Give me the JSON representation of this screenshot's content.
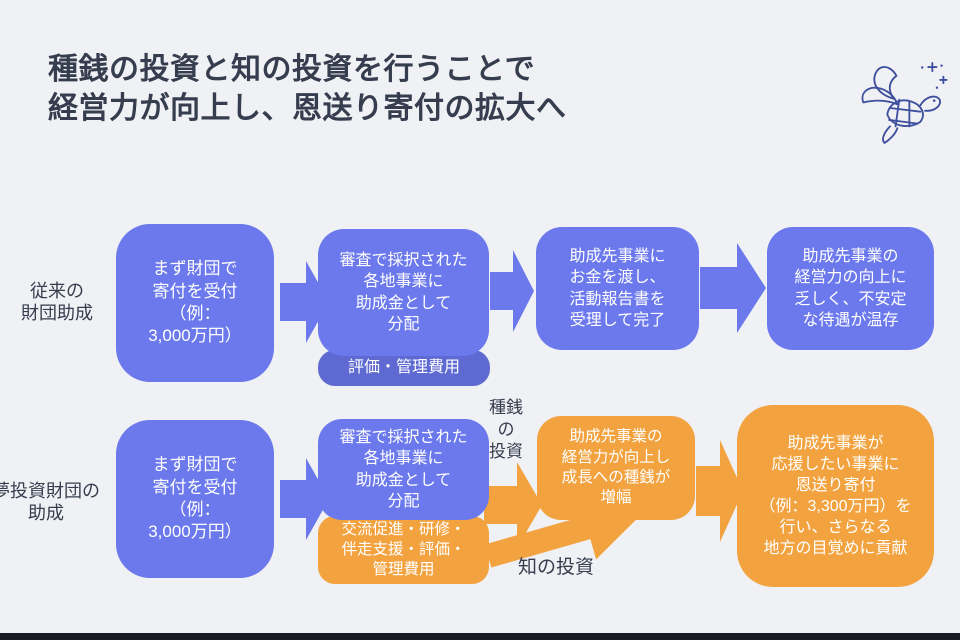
{
  "title": {
    "line1": "種銭の投資と知の投資を行うことで",
    "line2": "経営力が向上し、恩送り寄付の拡大へ"
  },
  "colors": {
    "background": "#f0f1f4",
    "box_blue": "#6b79ec",
    "tag_blue": "#5e6ad2",
    "box_orange": "#f2a340",
    "text_dark": "#363d4e",
    "box_text": "#ffffff",
    "turtle_line": "#3e4f9e",
    "footer_bar": "#171a24"
  },
  "row1": {
    "label": "従来の\n財団助成",
    "box1": "まず財団で\n寄付を受付\n（例：\n3,000万円）",
    "box2": "審査で採択された\n各地事業に\n助成金として\n分配",
    "tag": "評価・管理費用",
    "box3": "助成先事業に\nお金を渡し、\n活動報告書を\n受理して完了",
    "box4": "助成先事業の\n経営力の向上に\n乏しく、不安定\nな待遇が温存"
  },
  "row2": {
    "label": "夢投資財団の\n助成",
    "box1": "まず財団で\n寄付を受付\n（例：\n3,000万円）",
    "box2": "審査で採択された\n各地事業に\n助成金として\n分配",
    "tag": "交流促進・研修・\n伴走支援・評価・\n管理費用",
    "box3": "助成先事業の\n経営力が向上し\n成長への種銭が\n増幅",
    "box4": "助成先事業が\n応援したい事業に\n恩送り寄付\n（例：3,300万円）を\n行い、さらなる\n地方の目覚めに貢献",
    "seed_label": "種銭\nの\n投資",
    "knowledge_label": "知の投資"
  }
}
